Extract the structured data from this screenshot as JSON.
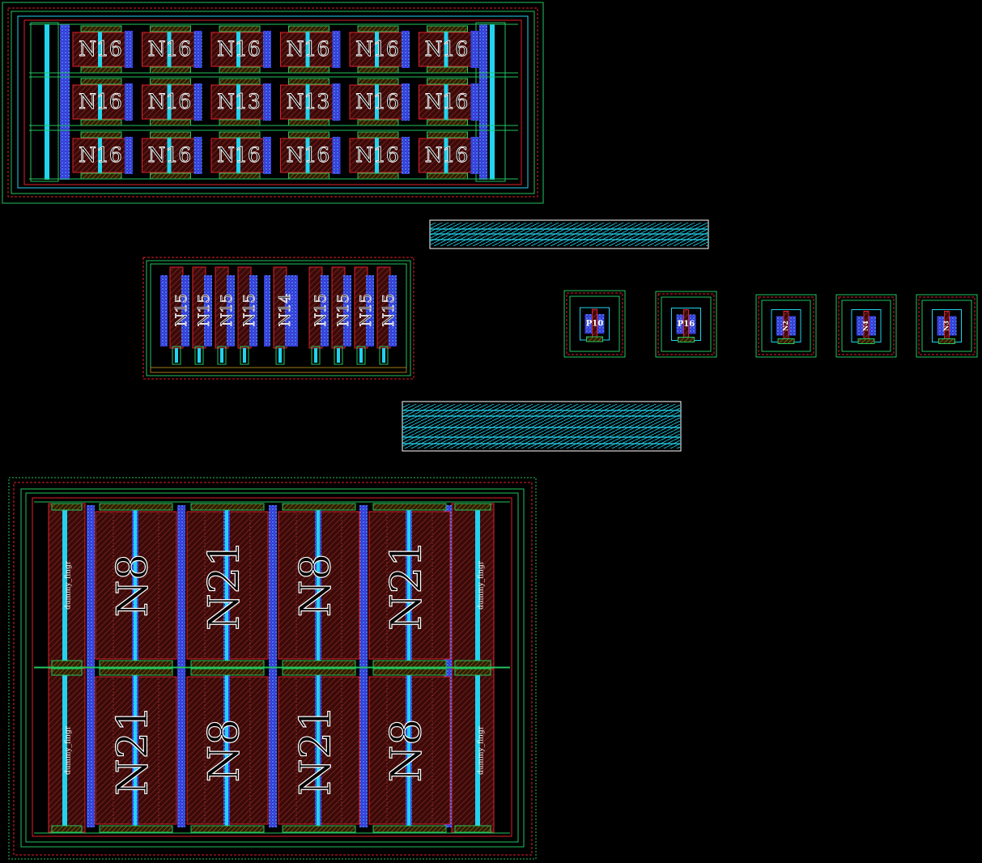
{
  "colors": {
    "background": "#000000",
    "red": "#e0202a",
    "green": "#22c55e",
    "green_light": "#40e070",
    "cyan": "#22d3ee",
    "blue": "#2f3bd6",
    "purple": "#7b2ff2",
    "brown": "#8a2a1e",
    "olive": "#a07a1a",
    "white": "#ffffff"
  },
  "blocks": {
    "top_array": {
      "rows": [
        [
          "N16",
          "N16",
          "N16",
          "N16",
          "N16",
          "N16"
        ],
        [
          "N16",
          "N16",
          "N13",
          "N13",
          "N16",
          "N16"
        ],
        [
          "N16",
          "N16",
          "N16",
          "N16",
          "N16",
          "N16"
        ]
      ]
    },
    "middle_row": {
      "labels": [
        "N15",
        "N15",
        "N15",
        "N15",
        "N14",
        "N15",
        "N15",
        "N15",
        "N15"
      ]
    },
    "small_cells": {
      "labels": [
        "P10",
        "P16",
        "N2",
        "N4",
        "N3"
      ]
    },
    "bottom_array": {
      "rows": [
        [
          "N8",
          "N21",
          "N8",
          "N21"
        ],
        [
          "N21",
          "N8",
          "N21",
          "N8"
        ]
      ],
      "dummy_label": "dummy_fingr"
    }
  }
}
